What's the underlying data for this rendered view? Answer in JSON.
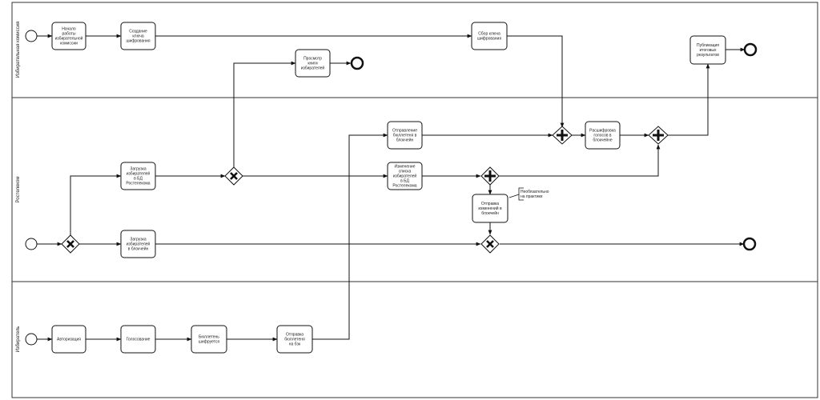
{
  "lanes": [
    {
      "id": "commission",
      "label": "Избирательная комиссия"
    },
    {
      "id": "rostelecom",
      "label": "Ростелеком"
    },
    {
      "id": "voter",
      "label": "Избиратель"
    }
  ],
  "tasks": {
    "t_start_work": "Начало работы избирательной комиссии",
    "t_create_key": "Создание ключа шифрования",
    "t_view_book": "Просмотр книги избирателей",
    "t_collect_key": "Сбор ключа шифрования",
    "t_publish": "Публикация итоговых результатов",
    "t_load_db": "Загрузка избирателей в БД Ростелекома",
    "t_send_ballot": "Отправление бюллетеня в блокчейн",
    "t_change_list": "Изменение списка избирателей в БД Ростелекома",
    "t_decrypt": "Расшифровка голосов в блокчейне",
    "t_send_changes": "Отправка изменений в блокчейн",
    "t_load_chain": "Загрузка избирателей в блокчейн",
    "t_auth": "Авторизация",
    "t_vote": "Голосование",
    "t_encrypt": "Бюллетень шифруется",
    "t_send_box": "Отправка бюллетеня на бэк"
  },
  "annotation": "Необязательно на практике"
}
